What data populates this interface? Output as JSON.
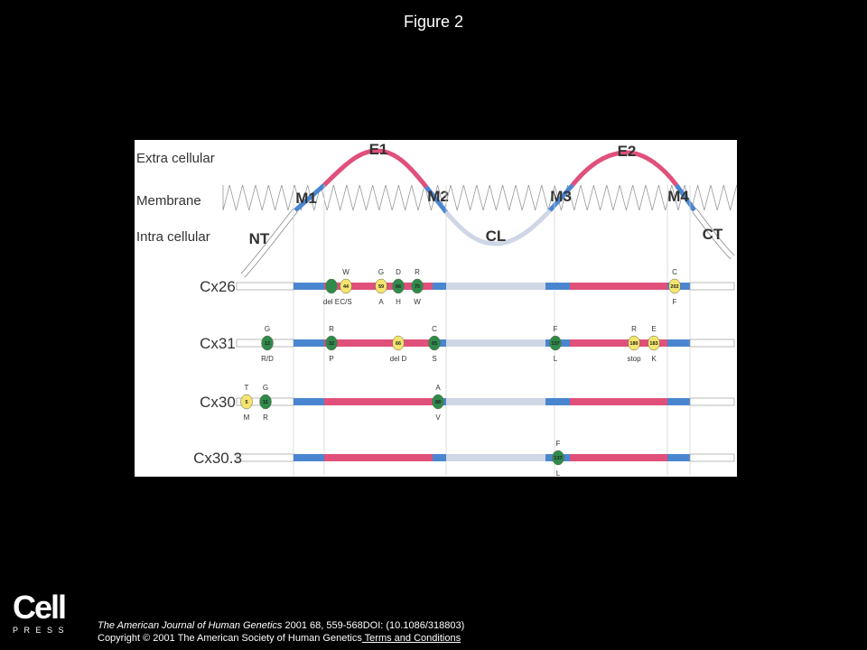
{
  "title": "Figure 2",
  "diagram": {
    "regions": [
      "Extra cellular",
      "Membrane",
      "Intra cellular"
    ],
    "segments": [
      "E1",
      "E2",
      "M1",
      "M2",
      "M3",
      "M4",
      "NT",
      "CL",
      "CT"
    ],
    "colors": {
      "transmembrane": "#4a86d0",
      "extracellular": "#e0507a",
      "cytoplasmic_loop": "#cfd6e6",
      "terminal": "#ffffff",
      "green_marker": "#2f8a4c",
      "yellow_marker": "#f3e46e"
    },
    "proteins": [
      {
        "name": "Cx26",
        "mutations": [
          {
            "pos": "",
            "top": "",
            "bottom": "del E",
            "color": "green"
          },
          {
            "pos": "44",
            "top": "W",
            "bottom": "C/S",
            "color": "yellow"
          },
          {
            "pos": "59",
            "top": "G",
            "bottom": "A",
            "color": "yellow"
          },
          {
            "pos": "66",
            "top": "D",
            "bottom": "H",
            "color": "green"
          },
          {
            "pos": "75",
            "top": "R",
            "bottom": "W",
            "color": "green"
          },
          {
            "pos": "202",
            "top": "C",
            "bottom": "F",
            "color": "yellow"
          }
        ]
      },
      {
        "name": "Cx31",
        "mutations": [
          {
            "pos": "12",
            "top": "G",
            "bottom": "R/D",
            "color": "green"
          },
          {
            "pos": "32",
            "top": "R",
            "bottom": "P",
            "color": "green"
          },
          {
            "pos": "66",
            "top": "",
            "bottom": "del D",
            "color": "yellow"
          },
          {
            "pos": "65",
            "top": "C",
            "bottom": "S",
            "color": "green"
          },
          {
            "pos": "137",
            "top": "F",
            "bottom": "L",
            "color": "green"
          },
          {
            "pos": "180",
            "top": "R",
            "bottom": "stop",
            "color": "yellow"
          },
          {
            "pos": "183",
            "top": "E",
            "bottom": "K",
            "color": "yellow"
          }
        ]
      },
      {
        "name": "Cx30",
        "mutations": [
          {
            "pos": "5",
            "top": "T",
            "bottom": "M",
            "color": "yellow"
          },
          {
            "pos": "11",
            "top": "G",
            "bottom": "R",
            "color": "green"
          },
          {
            "pos": "88",
            "top": "A",
            "bottom": "V",
            "color": "green"
          }
        ]
      },
      {
        "name": "Cx30.3",
        "mutations": [
          {
            "pos": "137",
            "top": "F",
            "bottom": "L",
            "color": "green"
          }
        ]
      }
    ]
  },
  "footer": {
    "logo_text": "Cell",
    "logo_sub": "PRESS",
    "citation_journal": "The American Journal of Human Genetics",
    "citation_rest": " 2001 68, 559-568DOI: (10.1086/318803)",
    "copyright": "Copyright © 2001 The American Society of Human Genetics",
    "terms_link": " Terms and Conditions"
  }
}
